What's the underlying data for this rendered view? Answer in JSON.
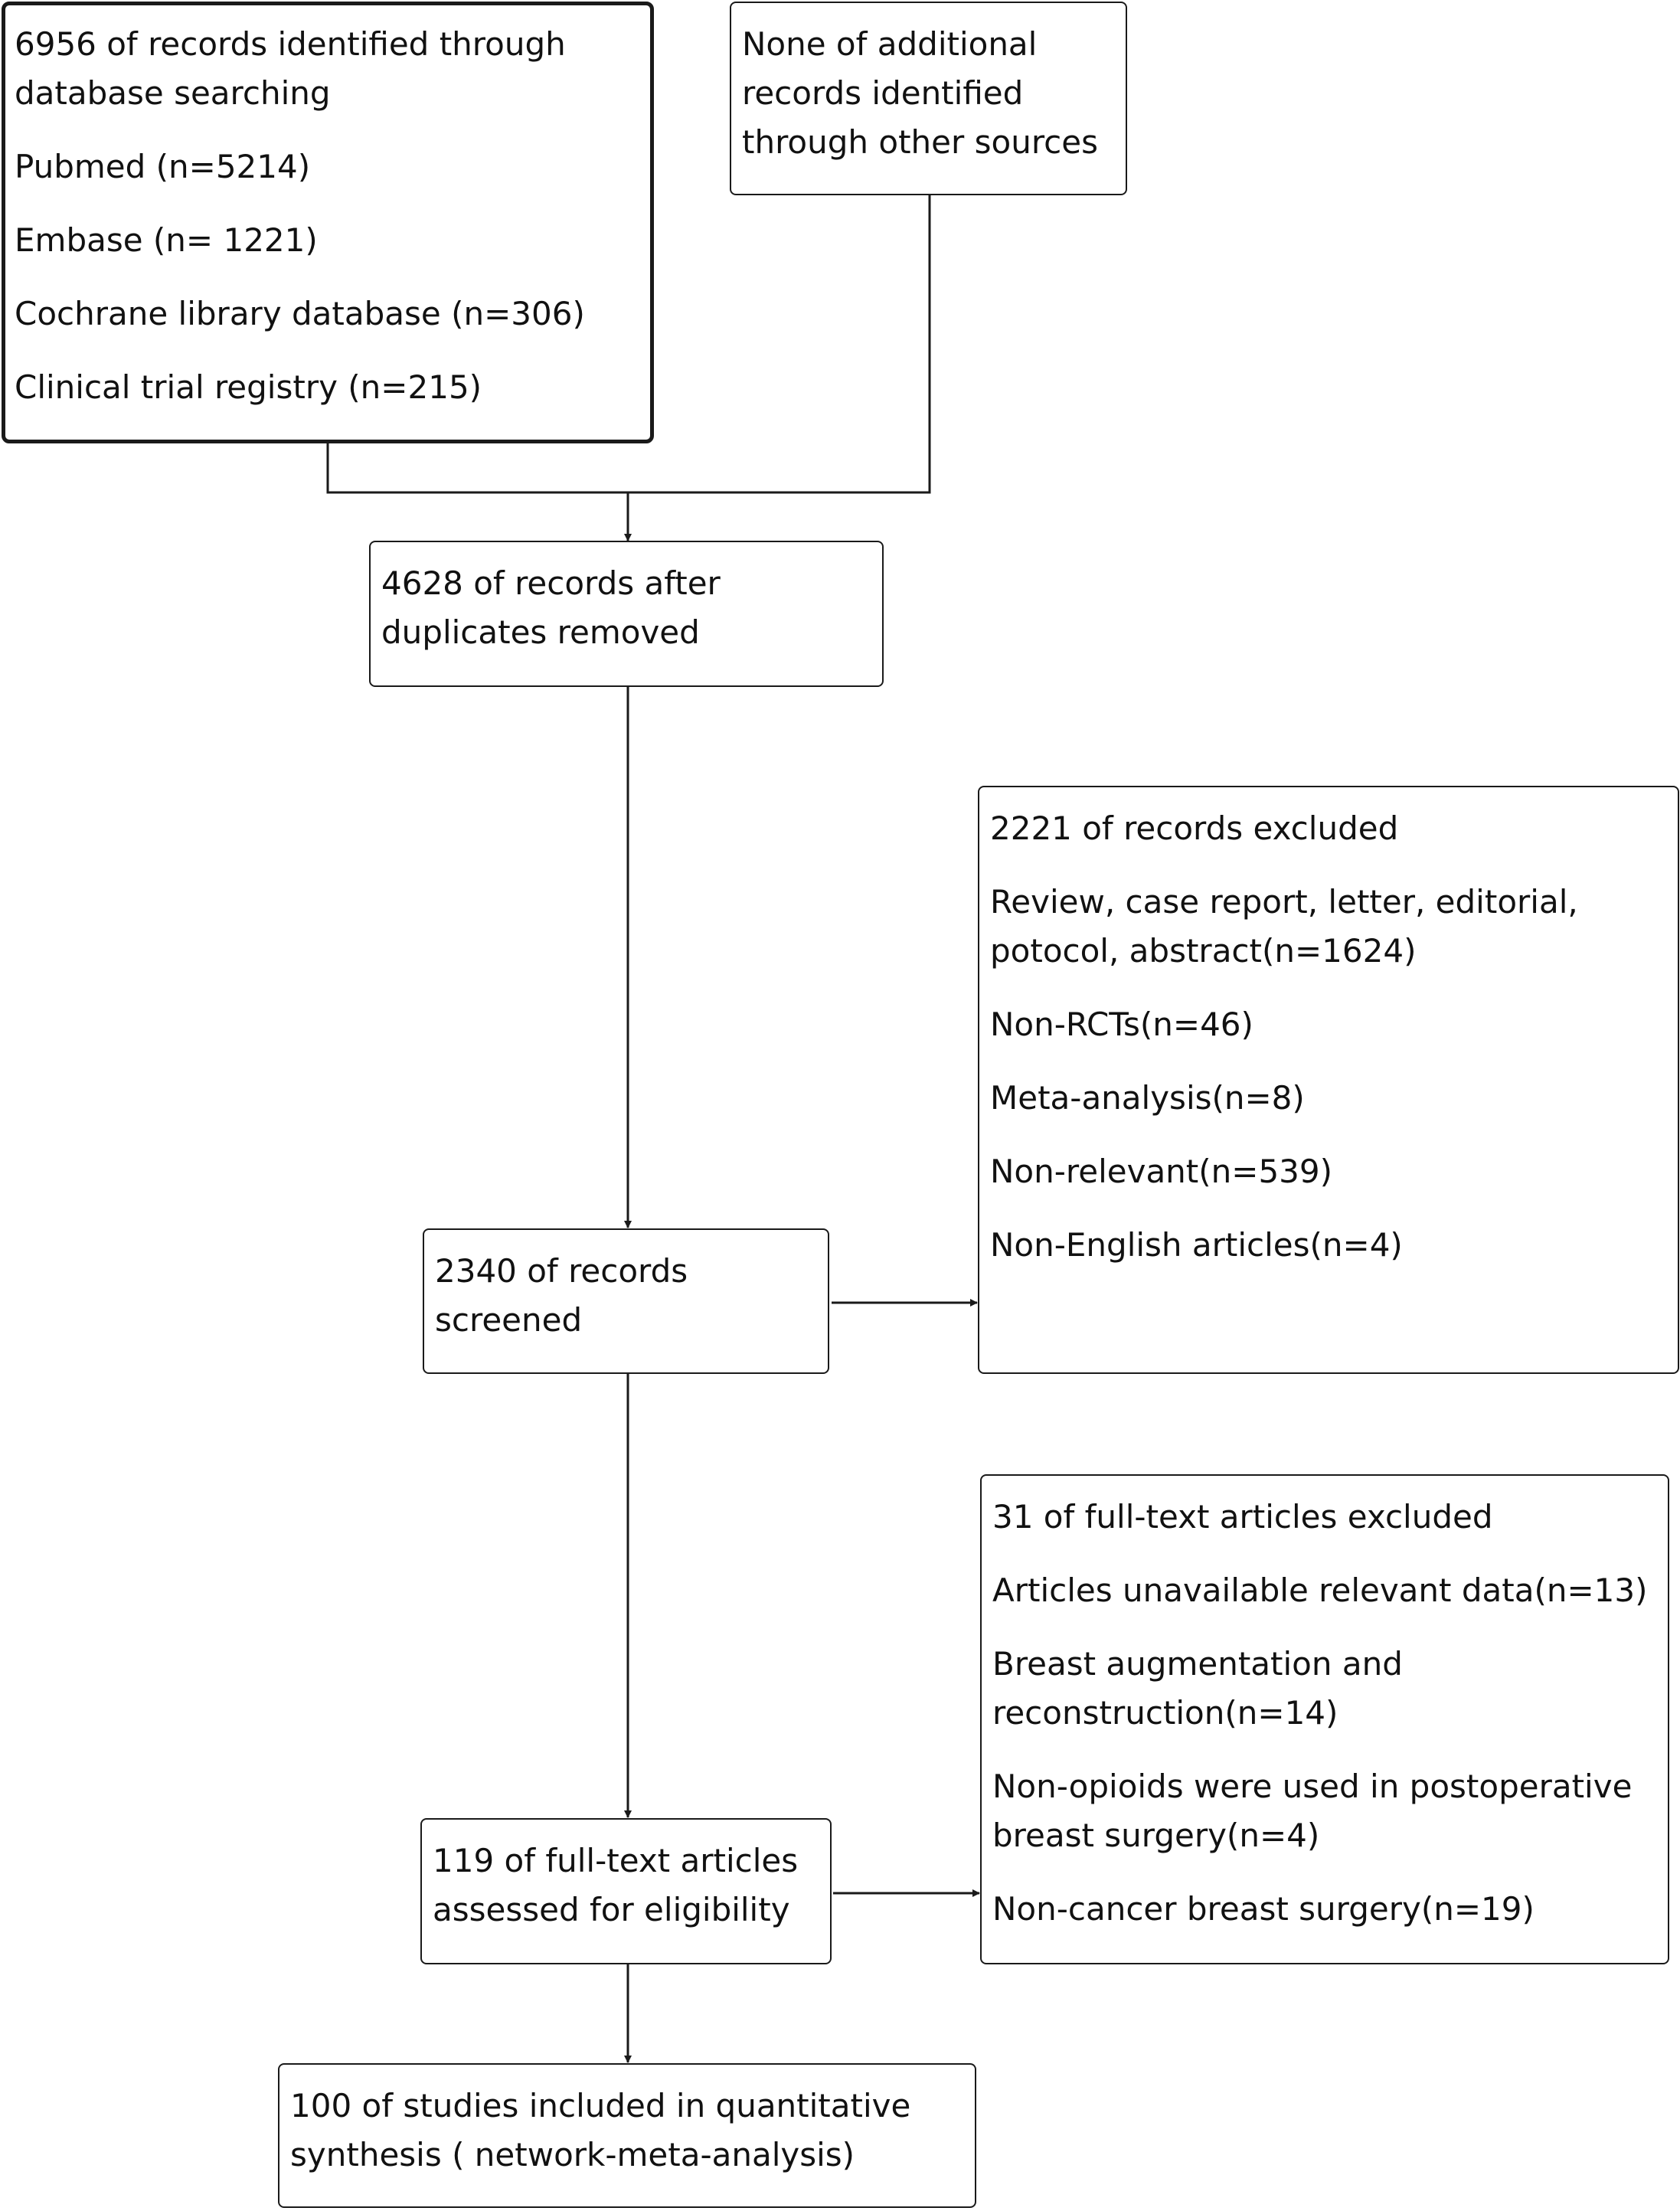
{
  "identification": {
    "database_box": {
      "lines": [
        "6956 of records identified through",
        "database searching",
        "Pubmed (n=5214)",
        "Embase (n= 1221)",
        "Cochrane library database (n=306)",
        "Clinical trial registry (n=215)"
      ]
    },
    "other_sources_box": {
      "lines": [
        "None of additional",
        "records identified",
        "through other sources"
      ]
    }
  },
  "duplicates_removed_box": {
    "lines": [
      "4628 of records after",
      "duplicates removed"
    ]
  },
  "screened_box": {
    "lines": [
      "2340 of records",
      "screened"
    ]
  },
  "records_excluded_box": {
    "lines": [
      "2221 of records excluded",
      "Review, case report, letter, editorial,",
      "potocol, abstract(n=1624)",
      "Non-RCTs(n=46)",
      "Meta-analysis(n=8)",
      "Non-relevant(n=539)",
      "Non-English articles(n=4)"
    ]
  },
  "eligibility_box": {
    "lines": [
      "119 of full-text articles",
      "assessed for eligibility"
    ]
  },
  "fulltext_excluded_box": {
    "lines": [
      "31 of full-text articles excluded",
      "Articles unavailable relevant data(n=13)",
      "Breast augmentation and",
      "reconstruction(n=14)",
      "Non-opioids were used in postoperative",
      "breast surgery(n=4)",
      "Non-cancer breast surgery(n=19)"
    ]
  },
  "included_box": {
    "lines": [
      "100 of studies included in quantitative",
      "synthesis ( network-meta-analysis)"
    ]
  }
}
